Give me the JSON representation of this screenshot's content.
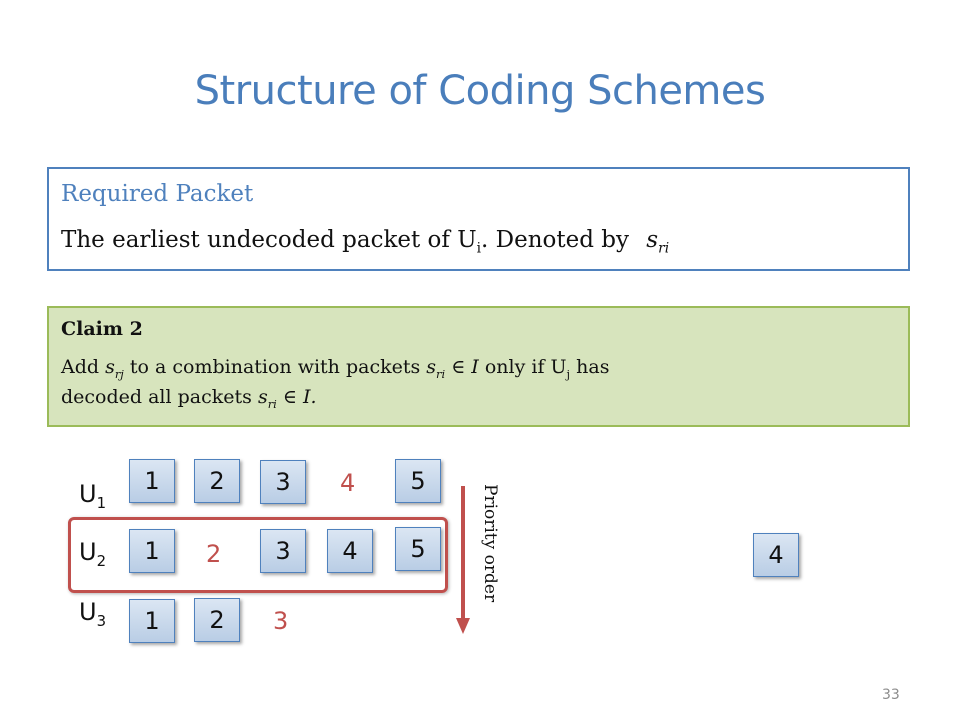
{
  "title": "Structure of Coding Schemes",
  "definition": {
    "heading": "Required Packet",
    "text_before": "The earliest undecoded packet of U",
    "text_sub": "i",
    "text_after": ". Denoted by",
    "math_symbol": "s",
    "math_sub": "ri"
  },
  "claim": {
    "heading": "Claim 2",
    "add": "Add",
    "srj": "s",
    "srj_sub": "rj",
    "mid1": "to a combination with packets",
    "sri": "s",
    "sri_sub": "ri",
    "in_set": "∈ I",
    "mid2": "only if U",
    "mid2_sub": "j",
    "mid3": "has",
    "line2": "decoded all packets",
    "line2_end": "∈ I."
  },
  "users": [
    {
      "label": "U",
      "sub": "1",
      "packets": [
        "1",
        "2",
        "3",
        "5"
      ],
      "missing": "4"
    },
    {
      "label": "U",
      "sub": "2",
      "packets": [
        "1",
        "3",
        "4",
        "5"
      ],
      "missing": "2"
    },
    {
      "label": "U",
      "sub": "3",
      "packets": [
        "1",
        "2"
      ],
      "missing": "3"
    }
  ],
  "priority_label": "Priority order",
  "coded_packet": "4",
  "page_number": "33",
  "colors": {
    "title": "#4a7ebb",
    "definition_border": "#4f81bd",
    "claim_fill": "#d7e4bd",
    "missing": "#c0504d",
    "highlight": "#c0504d"
  }
}
